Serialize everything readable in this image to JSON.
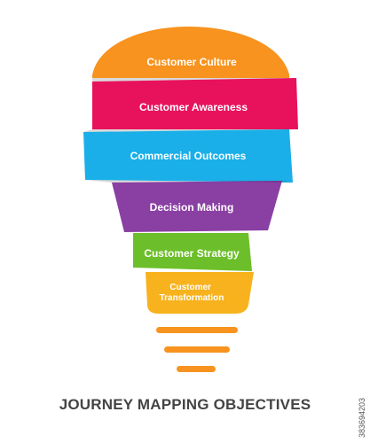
{
  "title": "JOURNEY MAPPING OBJECTIVES",
  "side_id": "383694203",
  "segments": [
    {
      "label": "Customer Culture",
      "color": "#f7931e"
    },
    {
      "label": "Customer Awareness",
      "color": "#e8125c"
    },
    {
      "label": "Commercial Outcomes",
      "color": "#1aafe8"
    },
    {
      "label": "Decision Making",
      "color": "#8a3fa3"
    },
    {
      "label": "Customer Strategy",
      "color": "#6cbf2a"
    },
    {
      "label": "Customer Transformation",
      "color": "#f7b21e"
    }
  ],
  "bulb_base_color": "#f7931e"
}
